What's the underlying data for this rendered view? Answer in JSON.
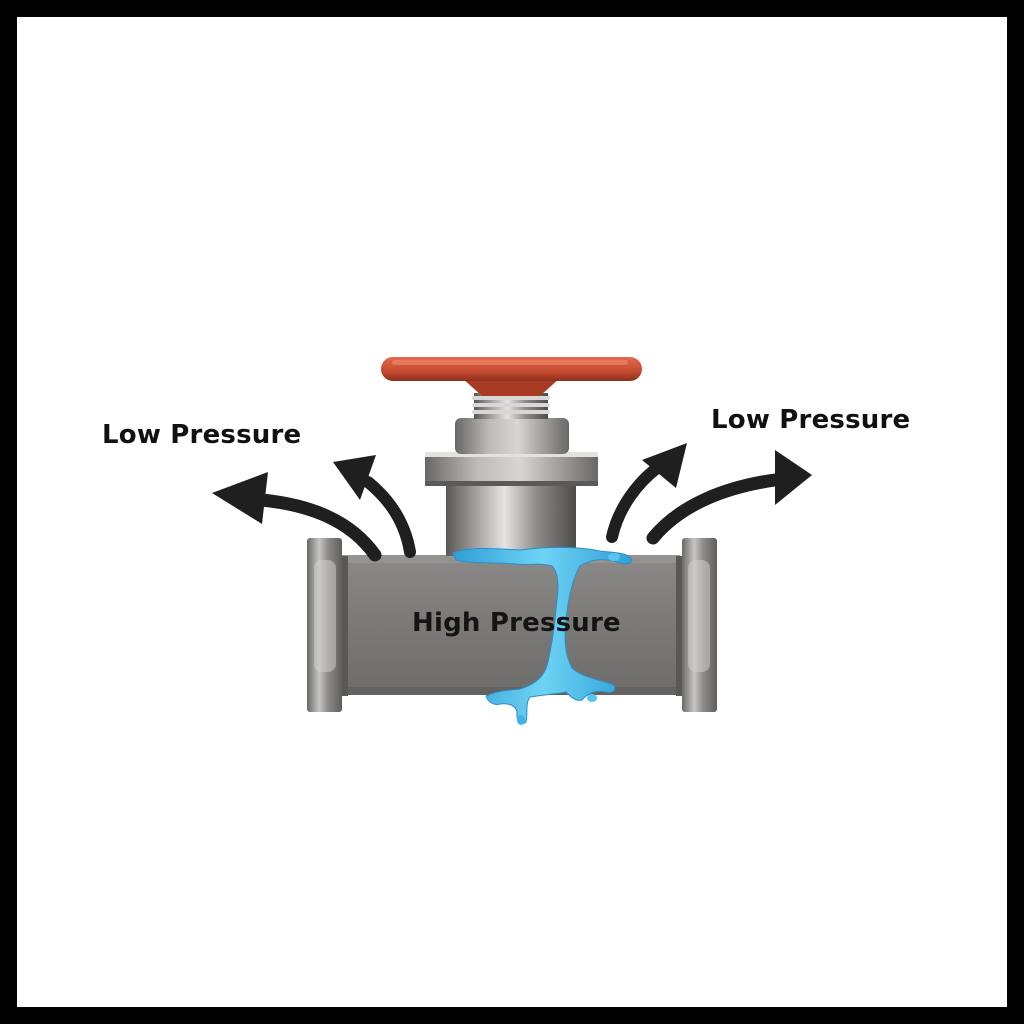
{
  "labels": {
    "left": "Low Pressure",
    "right": "Low Pressure",
    "center": "High Pressure"
  },
  "colors": {
    "border": "#000000",
    "background": "#ffffff",
    "handwheel": "#c9492e",
    "pipe_body": "#7d7b79",
    "flange": "#9a9896",
    "water": "#4fc3ef",
    "arrow": "#1f1f1f"
  },
  "icons": {
    "valve": "gate-valve-icon",
    "arrows": "curved-arrow-icon",
    "leak": "water-leak-icon"
  }
}
